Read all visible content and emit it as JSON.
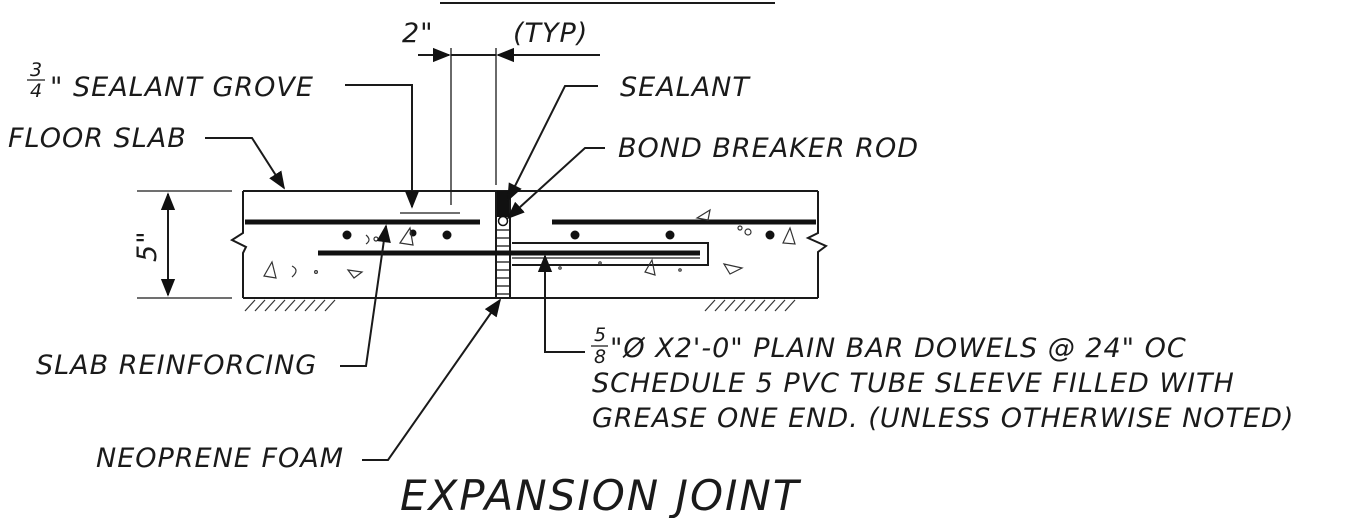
{
  "top_dimension": {
    "value": "2\"",
    "note": "(TYP)"
  },
  "labels": {
    "sealant_grove_fraction_num": "3",
    "sealant_grove_fraction_den": "4",
    "sealant_grove": "\" SEALANT GROVE",
    "floor_slab": "FLOOR SLAB",
    "sealant": "SEALANT",
    "bond_breaker_rod": "BOND BREAKER ROD",
    "slab_thickness": "5\"",
    "slab_reinforcing": "SLAB REINFORCING",
    "dowel_fraction_num": "5",
    "dowel_fraction_den": "8",
    "dowel_line1": "\"Ø X2'-0\" PLAIN BAR DOWELS @ 24\" OC",
    "dowel_line2": "SCHEDULE 5 PVC TUBE SLEEVE FILLED WITH",
    "dowel_line3": "GREASE ONE END.    (UNLESS OTHERWISE NOTED)",
    "neoprene_foam": "NEOPRENE FOAM"
  },
  "title": "EXPANSION JOINT"
}
